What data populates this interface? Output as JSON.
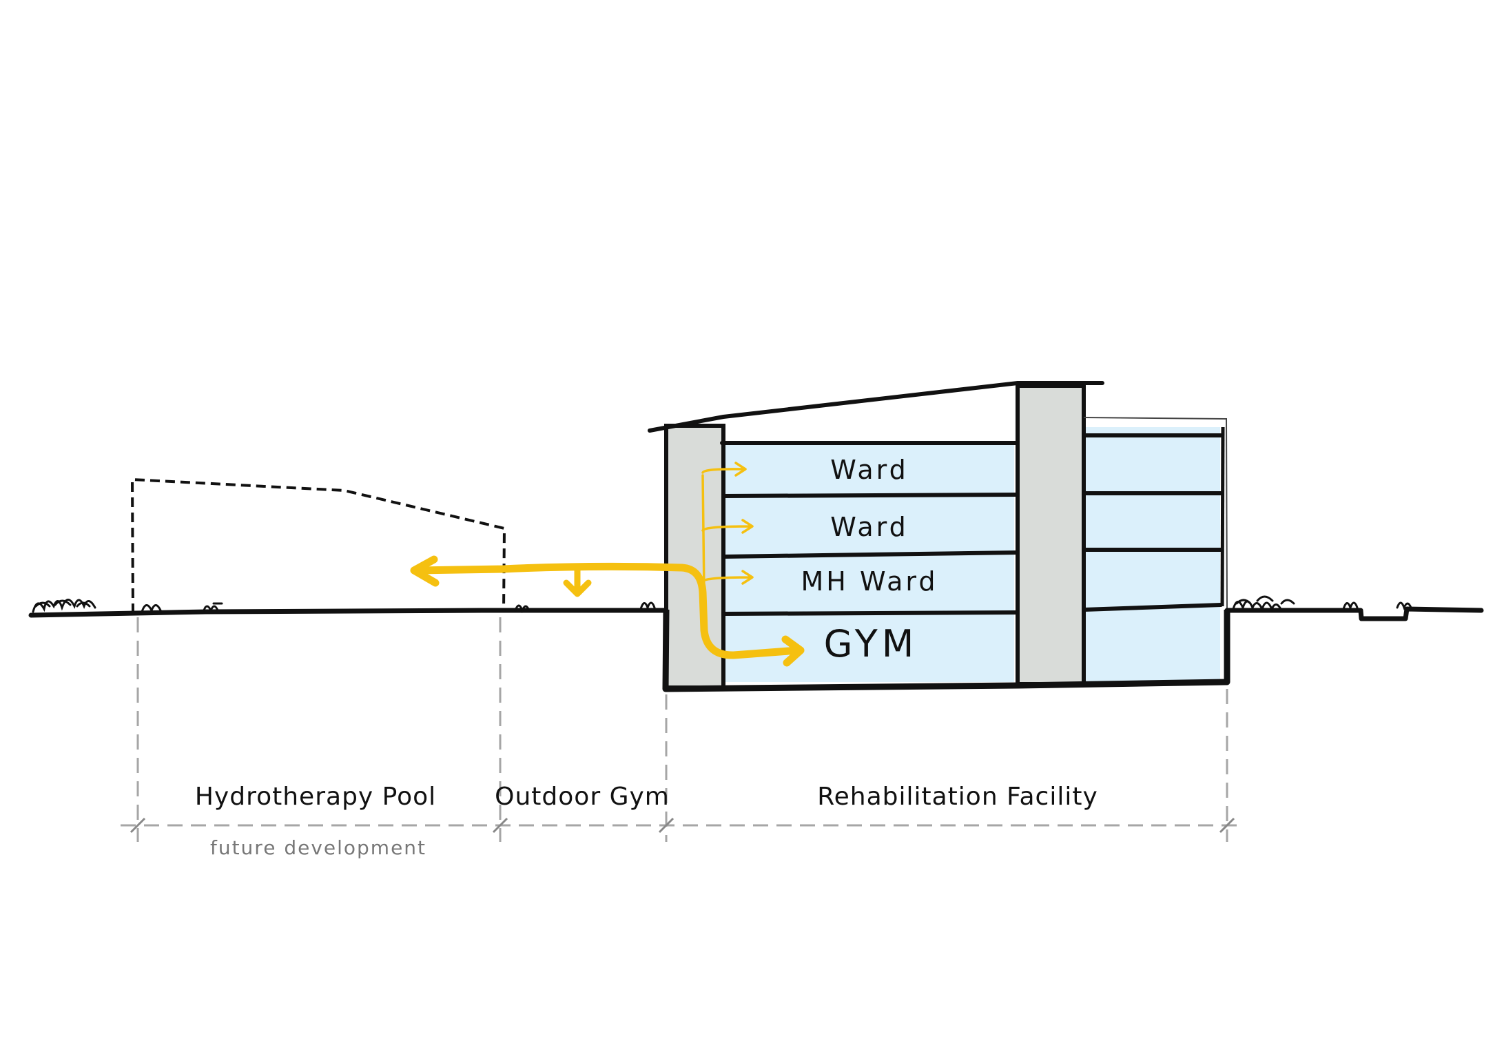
{
  "rooms": {
    "ward_top": "Ward",
    "ward_middle": "Ward",
    "mh_ward": "MH Ward",
    "gym": "GYM"
  },
  "zones": {
    "hydrotherapy": "Hydrotherapy Pool",
    "outdoor_gym": "Outdoor Gym",
    "rehab": "Rehabilitation Facility"
  },
  "notes": {
    "future": "future development"
  },
  "colors": {
    "ink": "#111111",
    "circulation": "#f5c010",
    "interior": "#dbf0fb",
    "core": "#d9dcd9",
    "dimension": "#a6a6a6"
  }
}
